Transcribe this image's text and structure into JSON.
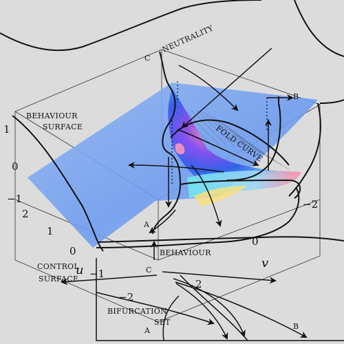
{
  "labels": {
    "neutrality": "NEUTRALITY",
    "behaviour_surface_1": "BEHAVIOUR",
    "behaviour_surface_2": "SURFACE",
    "fold_curve": "FOLD CURVE",
    "behaviour": "BEHAVIOUR",
    "control_surface_1": "CONTROL",
    "control_surface_2": "SURFACE",
    "bifurcation_set_1": "BIFURCATION",
    "bifurcation_set_2": "SET"
  },
  "points": {
    "c_top": "C",
    "b_top": "B",
    "a_mid": "A",
    "c_bottom": "C",
    "a_bottom": "A",
    "b_bottom": "B"
  },
  "ticks": {
    "left_1": "1",
    "left_0": "0",
    "left_m1": "−1",
    "left_2": "2",
    "front_1": "1",
    "front_0": "0",
    "front_m1": "−1",
    "front_m2": "−2",
    "right_0": "0",
    "right_m2": "−2",
    "bottom_2": "2"
  },
  "axes": {
    "u": "u",
    "v": "v"
  },
  "colors": {
    "background": "#dcdcdc",
    "surface": "#7aa7f0",
    "surface_dark": "#2f58e6",
    "fold_accent": "#ff7aa0",
    "fold_yellow": "#ffe98a",
    "line": "#111111"
  }
}
